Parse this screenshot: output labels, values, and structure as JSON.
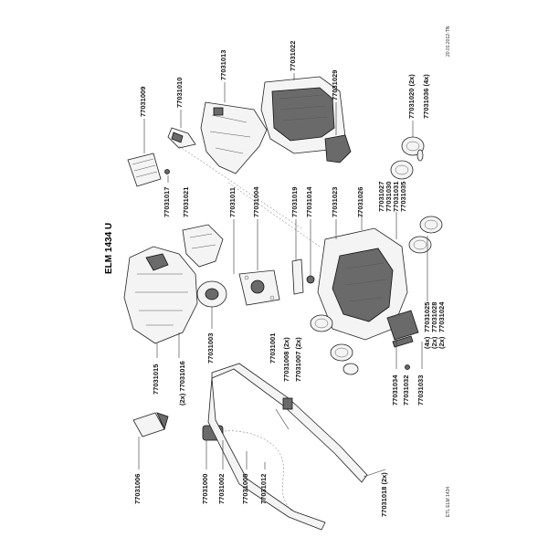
{
  "sheet": {
    "model_title": "ELM 1434 U",
    "date_code": "20.01.2012-TN",
    "footer_code": "ETL ELM 1434"
  },
  "callouts": {
    "p77031009": "77031009",
    "p77031010": "77031010",
    "p77031013": "77031013",
    "p77031022": "77031022",
    "p77031029": "77031029",
    "p77031020": "77031020 (2x)",
    "p77031036": "77031036 (4x)",
    "p77031017": "77031017",
    "p77031021": "77031021",
    "p77031011": "77031011",
    "p77031004": "77031004",
    "p77031019": "77031019",
    "p77031014": "77031014",
    "p77031023": "77031023",
    "p77031026": "77031026",
    "p77031027": "77031027",
    "p77031030": "77031030",
    "p77031031": "77031031",
    "p77031035": "77031035",
    "p77031025": "77031025",
    "p77031028": "77031028",
    "p77031024": "77031024",
    "p77031003": "77031003",
    "p77031001": "77031001",
    "p77031008": "77031008 (2x)",
    "p77031007": "77031007 (2x)",
    "p77031015": "77031015",
    "p77031016": "(2x) 77031016",
    "p77031034": "77031034",
    "p77031032": "77031032",
    "p77031033": "77031033",
    "p77031006": "77031006",
    "p77031000": "77031000",
    "p77031002": "77031002",
    "p77031005": "77031005",
    "p77031012": "77031012",
    "p77031018": "77031018 (2x)",
    "qty_4x": "(4x)",
    "qty_2x_a": "(2x)",
    "qty_2x_b": "(2x)"
  }
}
